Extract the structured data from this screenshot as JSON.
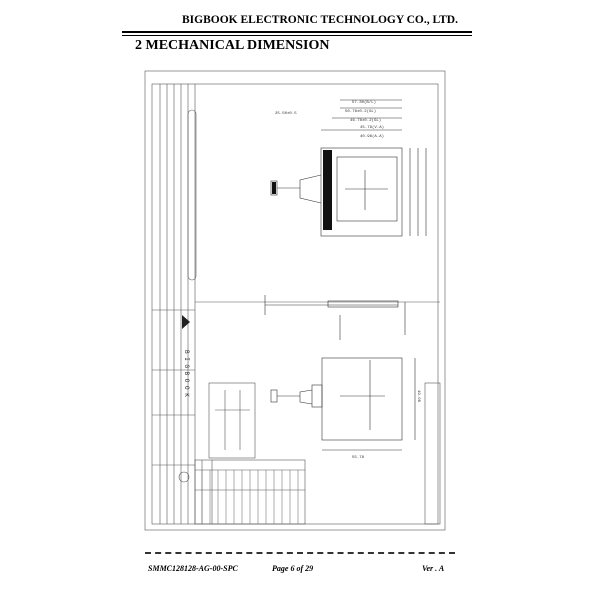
{
  "header": {
    "company": "BIGBOOK ELECTRONIC  TECHNOLOGY CO., LTD.",
    "section_title": "2   MECHANICAL DIMENSION"
  },
  "drawing": {
    "logo_text": "B I G  B O O K",
    "dimensions": {
      "overall_width": "57.30(B/L)",
      "glass_width": "50.78±0.2(GL)",
      "polarizer_width": "46.78±0.2(GL)",
      "viewing_area": "45.79(V.A)",
      "active_area": "40.96(A.A)",
      "overall_height": "55.78",
      "bottom_height": "49.08",
      "fpc_length": "25.50±0.5"
    }
  },
  "footer": {
    "doc_id": "SMMC128128-AG-00-SPC",
    "page": "Page 6 of 29",
    "version": "Ver . A"
  }
}
